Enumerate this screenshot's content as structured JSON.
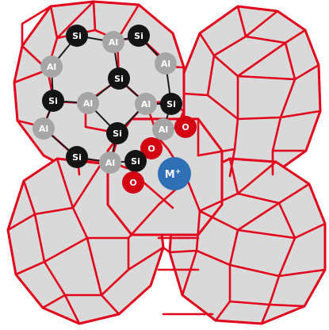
{
  "diagram": {
    "colors": {
      "frame": "#e3001b",
      "face": "#d9d9d9",
      "silicon": "#141414",
      "aluminium": "#a6a6a6",
      "oxygen": "#d40012",
      "cation": "#2f6fb5",
      "atom_text": "#ffffff"
    },
    "atoms": {
      "si_label": "Si",
      "al_label": "Al",
      "o_label": "O",
      "cation_label": "M+",
      "cation_base": "M",
      "cation_charge": "+"
    }
  }
}
